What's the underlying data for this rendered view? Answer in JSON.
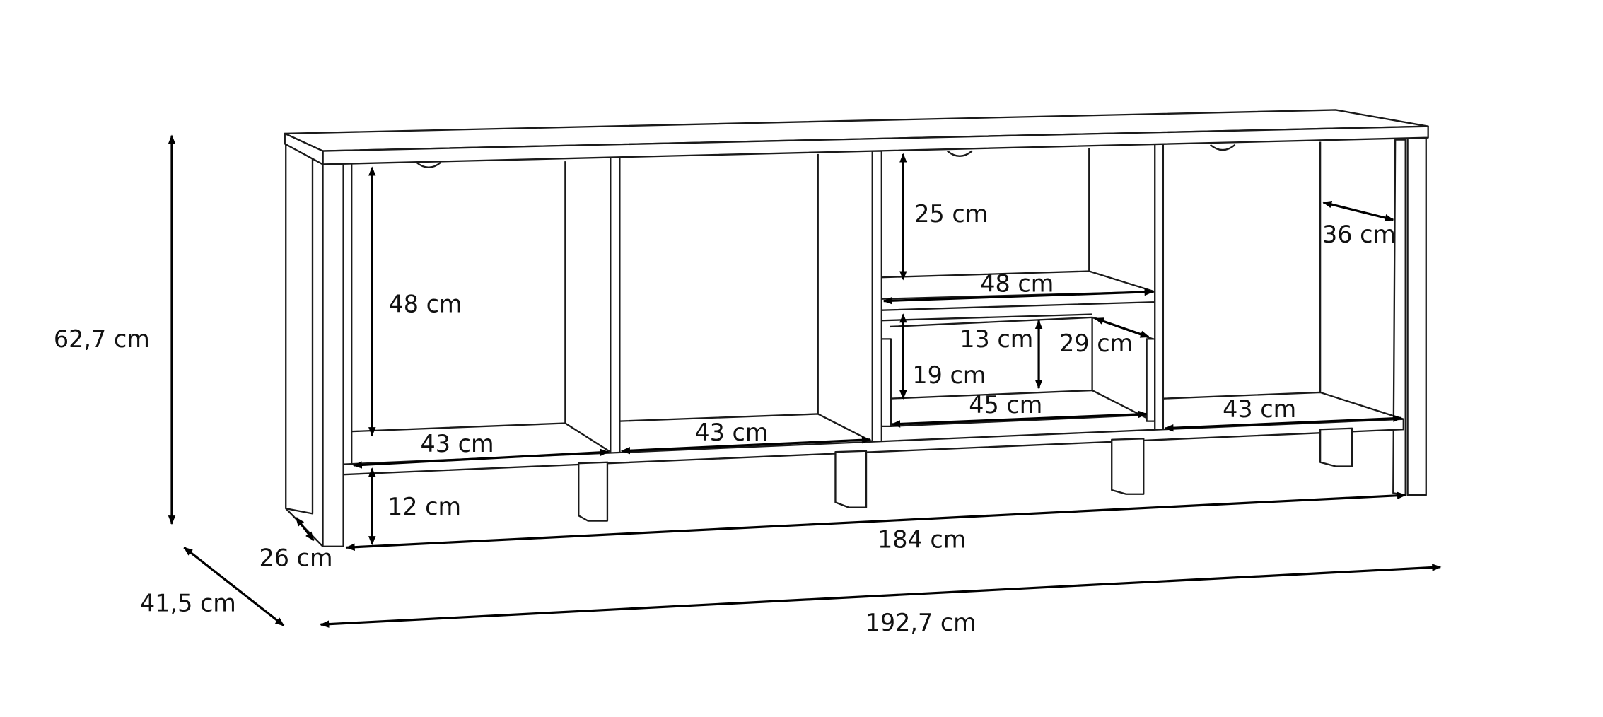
{
  "title": "Sideboard dimensions",
  "labels": {
    "total_height": "62,7 cm",
    "total_depth": "41,5 cm",
    "total_width": "192,7 cm",
    "inner_width": "184 cm",
    "leg_height": "12 cm",
    "side_depth": "26 cm",
    "left_compartment_height": "48 cm",
    "compartment1_width": "43 cm",
    "compartment2_width": "43 cm",
    "upper_shelf_height": "25 cm",
    "upper_shelf_width": "48 cm",
    "drawer_inner_height": "13 cm",
    "drawer_height": "19 cm",
    "drawer_depth": "29 cm",
    "drawer_width": "45 cm",
    "compartment4_width": "43 cm",
    "compartment_depth": "36 cm"
  },
  "colors": {
    "line": "#1a1a1a",
    "background": "#ffffff"
  }
}
